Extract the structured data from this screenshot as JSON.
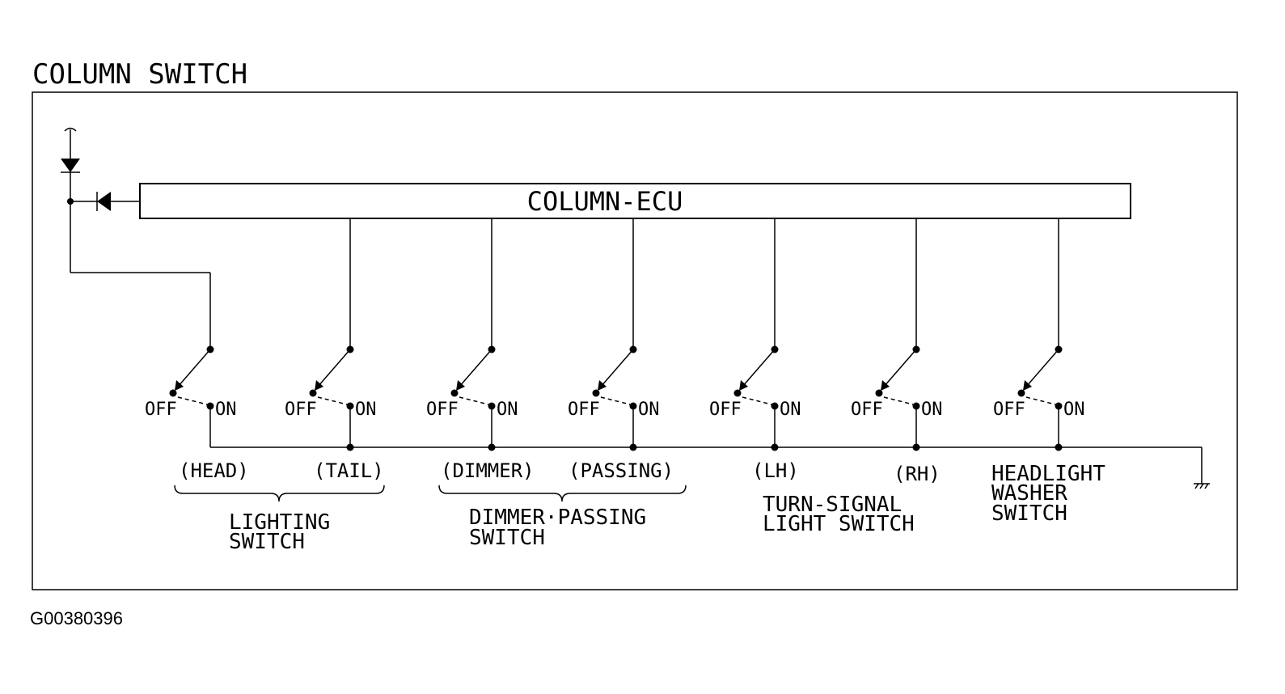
{
  "title": "COLUMN SWITCH",
  "ecu_label": "COLUMN-ECU",
  "figure_id": "G00380396",
  "switch_state_off": "OFF",
  "switch_state_on": "ON",
  "switch_labels": {
    "head": "(HEAD)",
    "tail": "(TAIL)",
    "dimmer": "(DIMMER)",
    "passing": "(PASSING)",
    "lh": "(LH)",
    "rh": "(RH)"
  },
  "groups": {
    "lighting": [
      "LIGHTING",
      "SWITCH"
    ],
    "dimmer_passing": [
      "DIMMER·PASSING",
      "SWITCH"
    ],
    "turn_signal": [
      "TURN-SIGNAL",
      "LIGHT SWITCH"
    ],
    "headlight_washer": [
      "HEADLIGHT",
      "WASHER",
      "SWITCH"
    ]
  }
}
